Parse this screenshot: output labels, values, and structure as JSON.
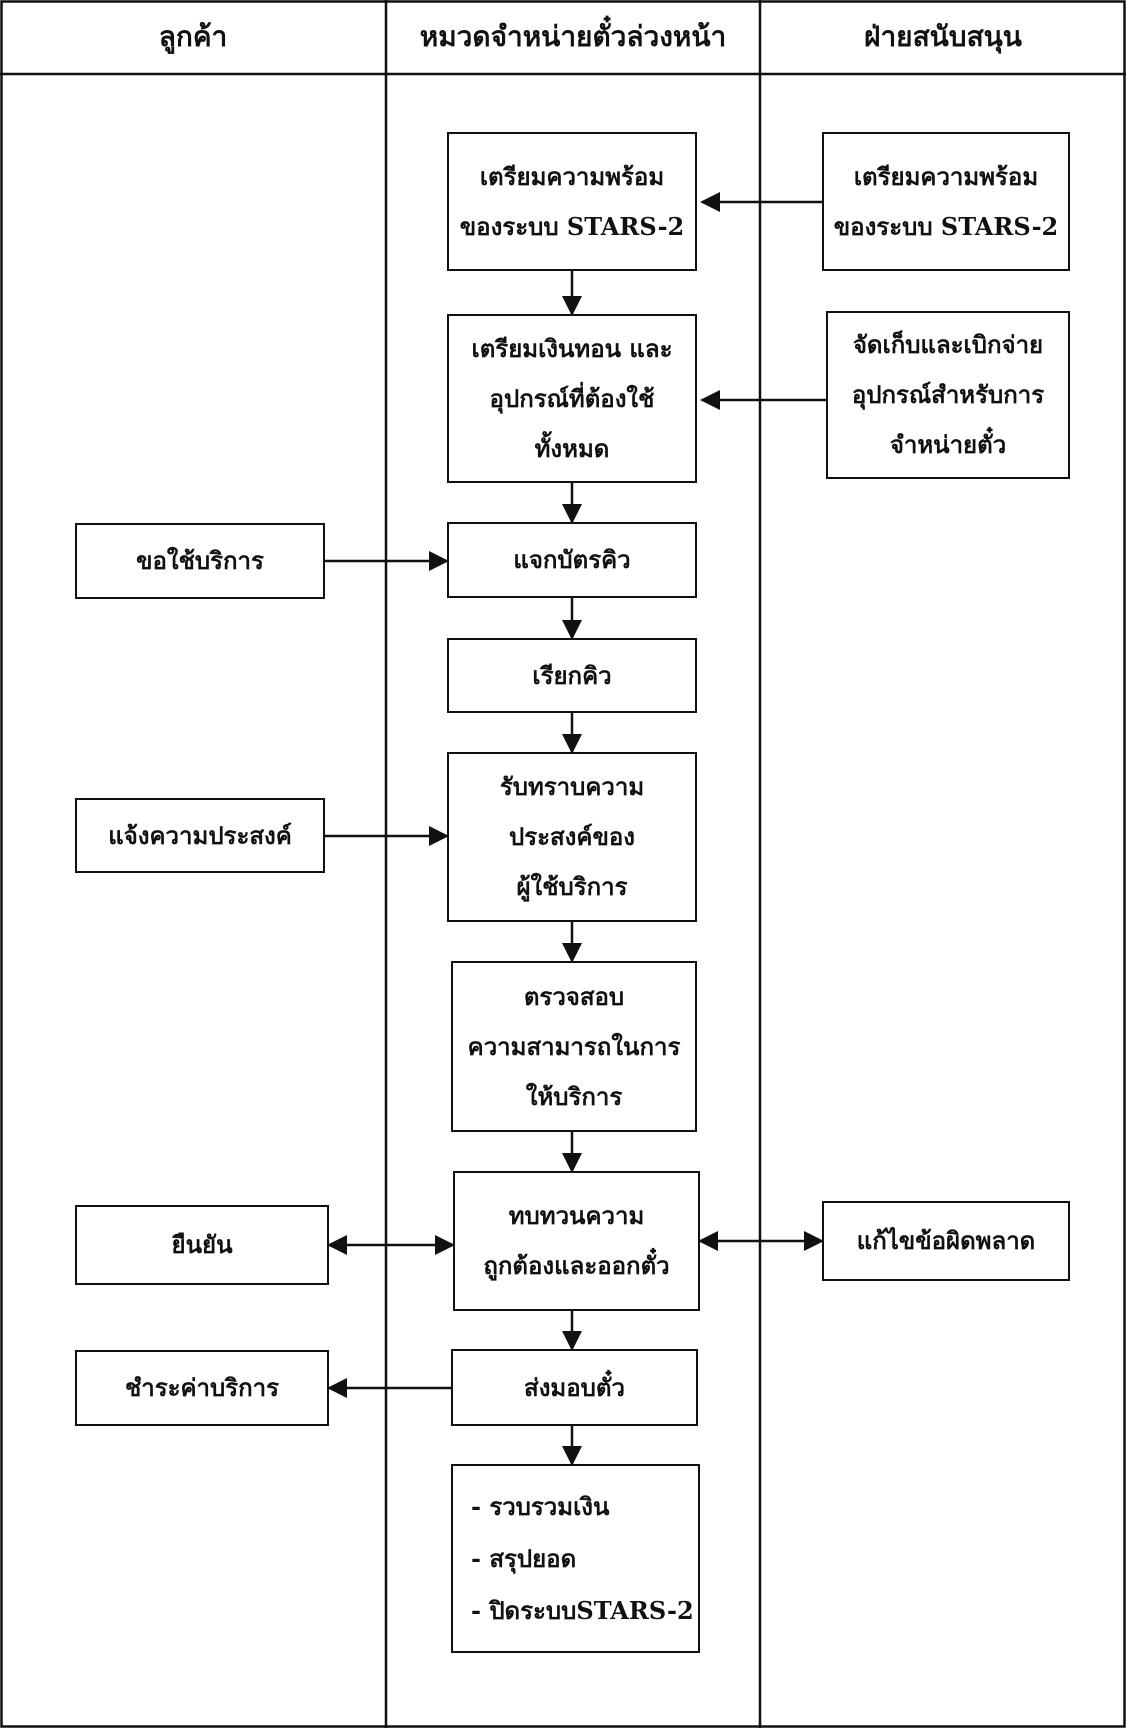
{
  "lanes": [
    {
      "id": "customer",
      "title": "ลูกค้า"
    },
    {
      "id": "advance-ticketing",
      "title": "หมวดจำหน่ายตั๋วล่วงหน้า"
    },
    {
      "id": "support",
      "title": "ฝ่ายสนับสนุน"
    }
  ],
  "nodes": {
    "prepare_system": {
      "lines": [
        "เตรียมความพร้อม",
        "ของระบบ STARS-2"
      ]
    },
    "support_prepare_system": {
      "lines": [
        "เตรียมความพร้อม",
        "ของระบบ STARS-2"
      ]
    },
    "prepare_change": {
      "lines": [
        "เตรียมเงินทอน และ",
        "อุปกรณ์ที่ต้องใช้",
        "ทั้งหมด"
      ]
    },
    "store_disburse": {
      "lines": [
        "จัดเก็บและเบิกจ่าย",
        "อุปกรณ์สำหรับการ",
        "จำหน่ายตั๋ว"
      ]
    },
    "request_service": {
      "lines": [
        "ขอใช้บริการ"
      ]
    },
    "hand_queue": {
      "lines": [
        "แจกบัตรคิว"
      ]
    },
    "call_queue": {
      "lines": [
        "เรียกคิว"
      ]
    },
    "state_need": {
      "lines": [
        "แจ้งความประสงค์"
      ]
    },
    "receive_need": {
      "lines": [
        "รับทราบความ",
        "ประสงค์ของ",
        "ผู้ใช้บริการ"
      ]
    },
    "check_capacity": {
      "lines": [
        "ตรวจสอบ",
        "ความสามารถในการ",
        "ให้บริการ"
      ]
    },
    "confirm": {
      "lines": [
        "ยืนยัน"
      ]
    },
    "review_issue": {
      "lines": [
        "ทบทวนความ",
        "ถูกต้องและออกตั๋ว"
      ]
    },
    "fix_errors": {
      "lines": [
        "แก้ไขข้อผิดพลาด"
      ]
    },
    "pay_fee": {
      "lines": [
        "ชำระค่าบริการ"
      ]
    },
    "deliver_ticket": {
      "lines": [
        "ส่งมอบตั๋ว"
      ]
    },
    "closing": {
      "lines": [
        "- รวบรวมเงิน",
        "- สรุปยอด",
        "- ปิดระบบSTARS-2"
      ]
    }
  },
  "colors": {
    "line": "#111111",
    "background": "#ffffff"
  }
}
